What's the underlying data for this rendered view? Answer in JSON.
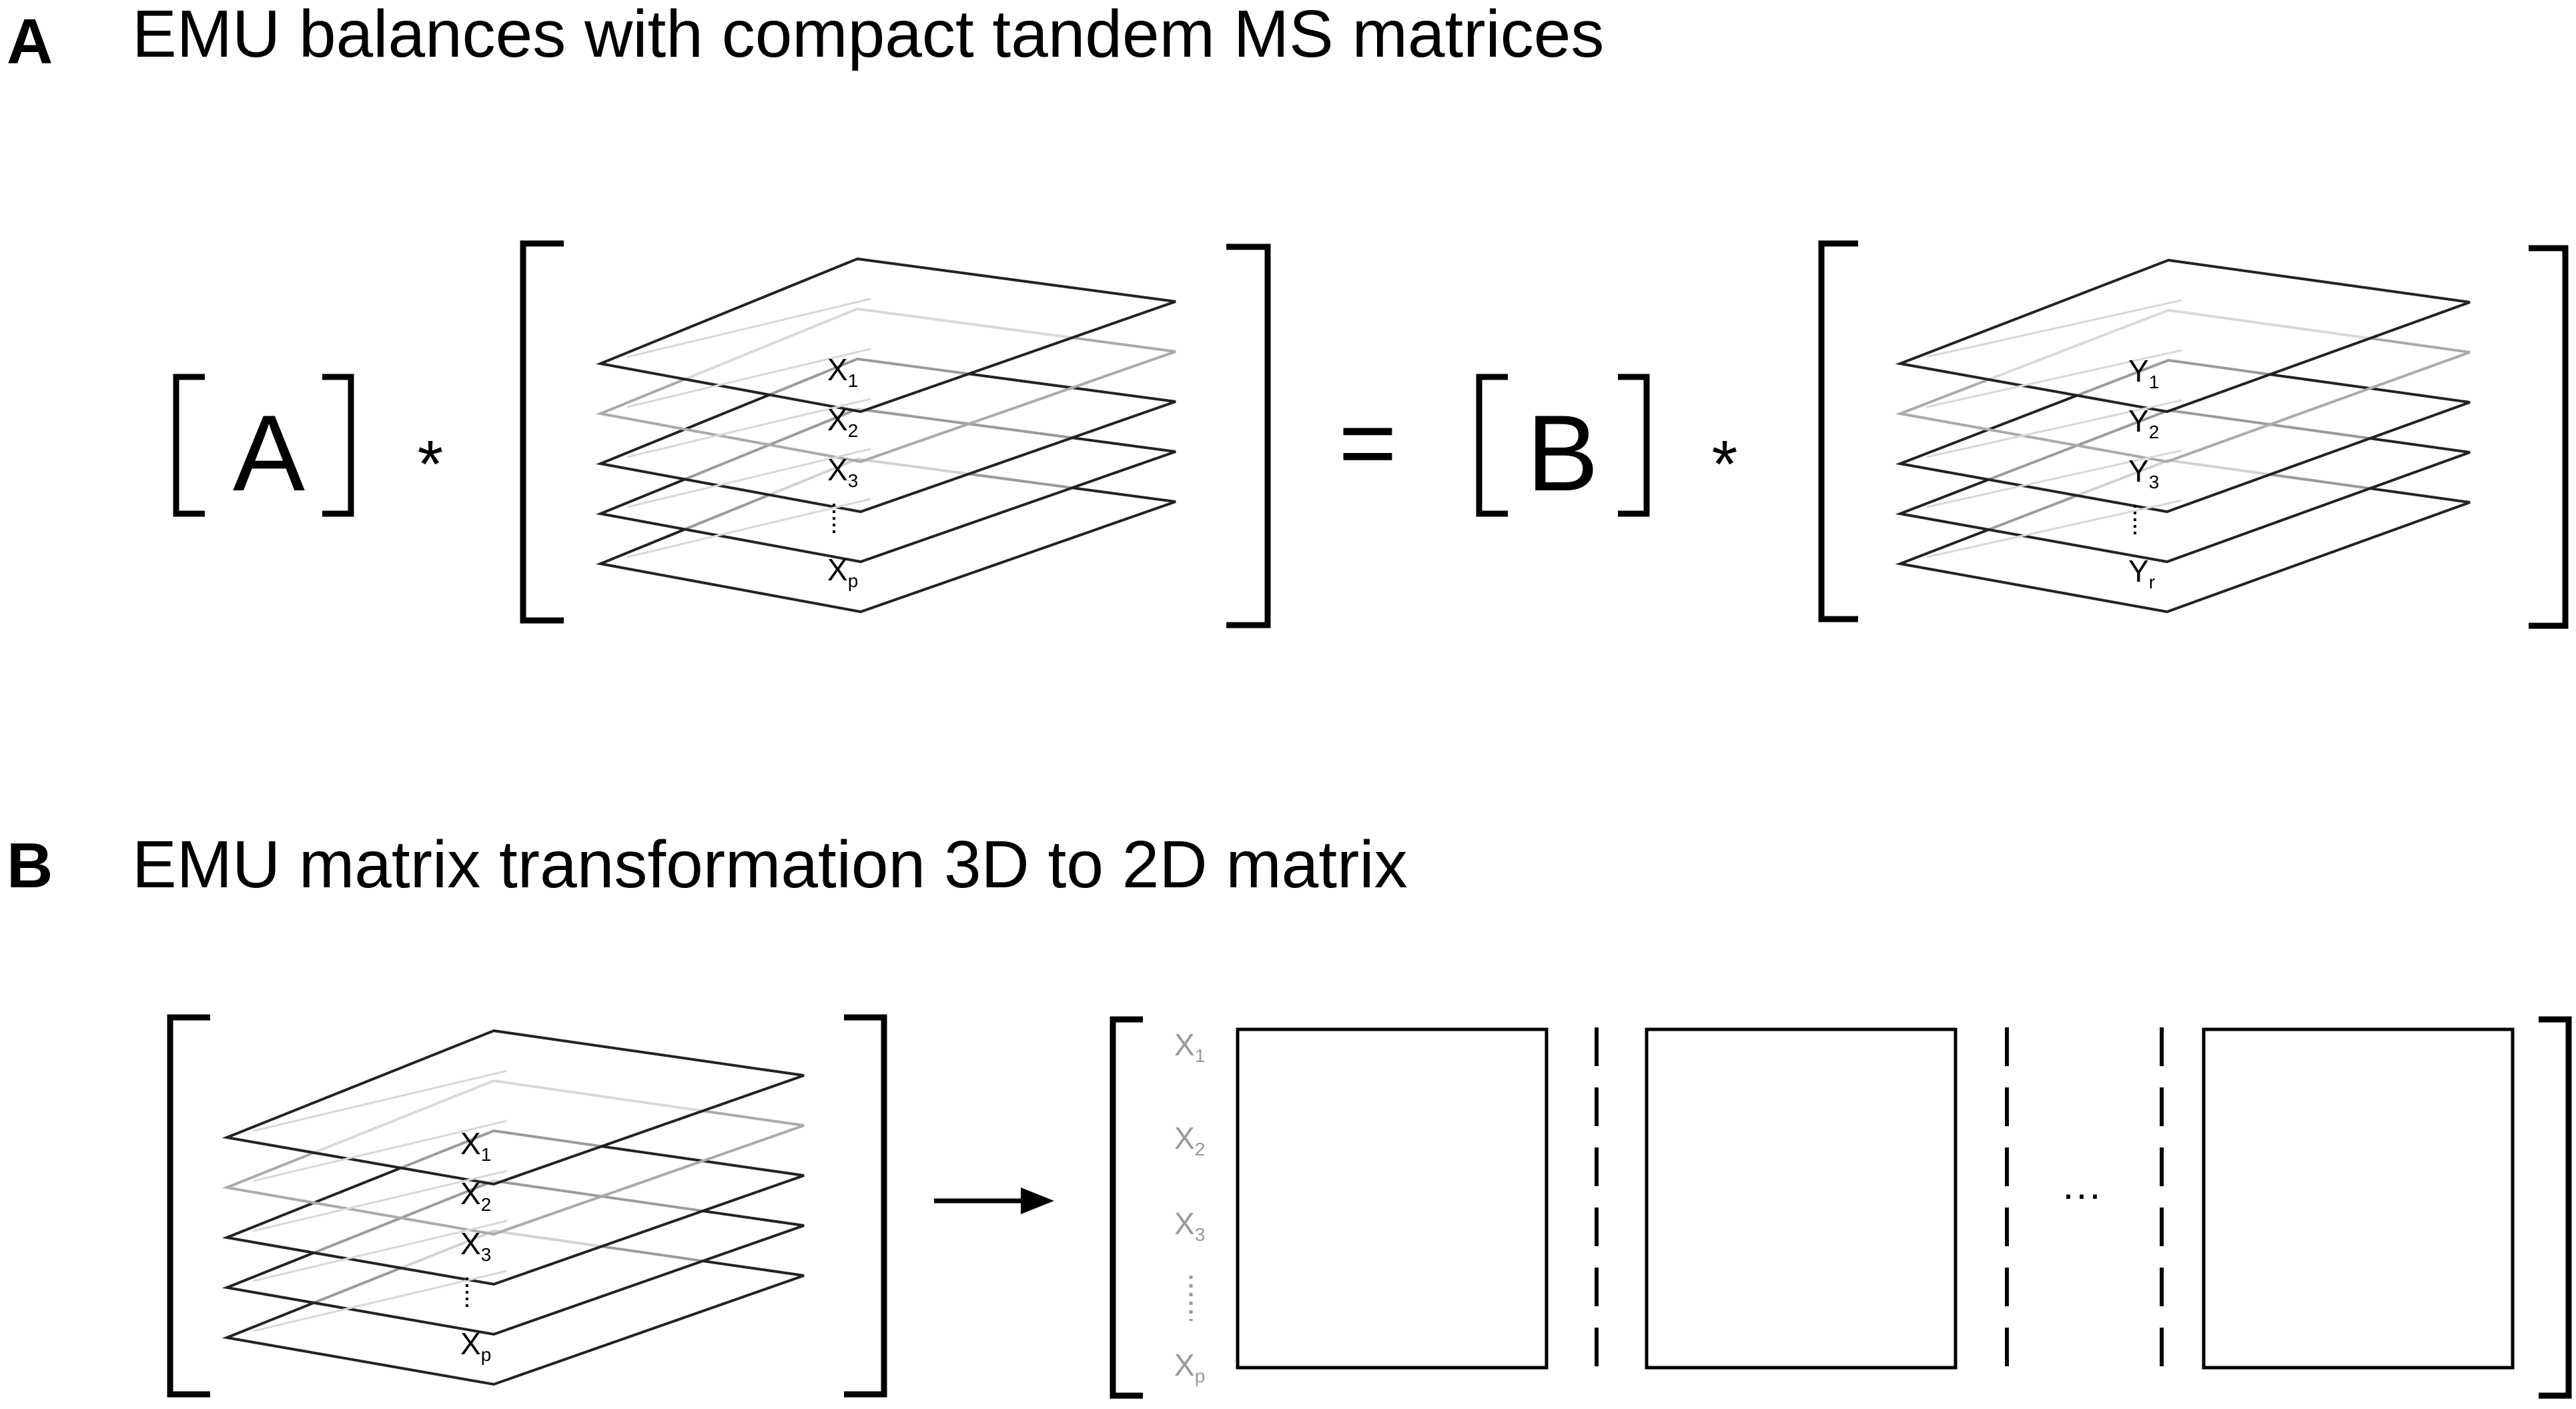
{
  "panels": [
    {
      "letter": "A",
      "title": "EMU balances with compact tandem MS matrices"
    },
    {
      "letter": "B",
      "title": "EMU matrix transformation 3D to 2D matrix"
    }
  ],
  "equation": {
    "matrix_a": "A",
    "matrix_b": "B",
    "operator_multiply": "*",
    "operator_equals": "="
  },
  "stack_x": {
    "rows": [
      {
        "base": "X",
        "sub": "1"
      },
      {
        "base": "X",
        "sub": "2"
      },
      {
        "base": "X",
        "sub": "3"
      },
      {
        "base": "",
        "sub": ""
      },
      {
        "base": "X",
        "sub": "p"
      }
    ]
  },
  "stack_y": {
    "rows": [
      {
        "base": "Y",
        "sub": "1"
      },
      {
        "base": "Y",
        "sub": "2"
      },
      {
        "base": "Y",
        "sub": "3"
      },
      {
        "base": "",
        "sub": ""
      },
      {
        "base": "Y",
        "sub": "r"
      }
    ]
  },
  "flat_matrix": {
    "row_labels": [
      {
        "base": "X",
        "sub": "1"
      },
      {
        "base": "X",
        "sub": "2"
      },
      {
        "base": "X",
        "sub": "3"
      },
      {
        "base": "X",
        "sub": "p"
      }
    ],
    "ellipsis": "···",
    "block_count": 3,
    "label_color": "#9a9a9a"
  }
}
